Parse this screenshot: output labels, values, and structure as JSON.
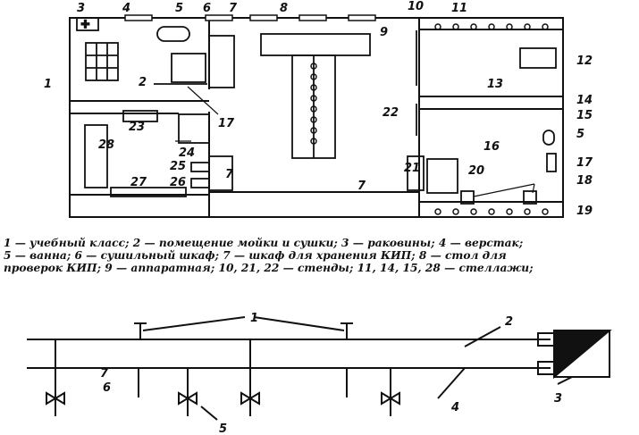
{
  "plan_labels": {
    "l1": "1",
    "l2": "2",
    "l3": "3",
    "l4": "4",
    "l5": "5",
    "l6": "6",
    "l7": "7",
    "l8": "8",
    "l9": "9",
    "l10": "10",
    "l11": "11",
    "l12": "12",
    "l13": "13",
    "l14": "14",
    "l15": "15",
    "l5b": "5",
    "l16": "16",
    "l17a": "17",
    "l17b": "17",
    "l18": "18",
    "l19": "19",
    "l20": "20",
    "l21": "21",
    "l22": "22",
    "l23": "23",
    "l24": "24",
    "l25": "25",
    "l26": "26",
    "l27": "27",
    "l28": "28",
    "l7b": "7",
    "l7c": "7"
  },
  "caption": {
    "line1": "1 — учебный класс; 2 — помещение мойки и сушки; 3 — раковины; 4 — верстак;",
    "line2": "5 — ванна; 6 — сушильный шкаф; 7 — шкаф для хранения КИП; 8 — стол для",
    "line3": "проверок КИП; 9 — аппаратная; 10, 21, 22 — стенды; 11, 14, 15, 28 — стеллажи;"
  },
  "scheme_labels": {
    "s1": "1",
    "s2": "2",
    "s3": "3",
    "s4": "4",
    "s5": "5",
    "s6": "6",
    "s7": "7"
  }
}
